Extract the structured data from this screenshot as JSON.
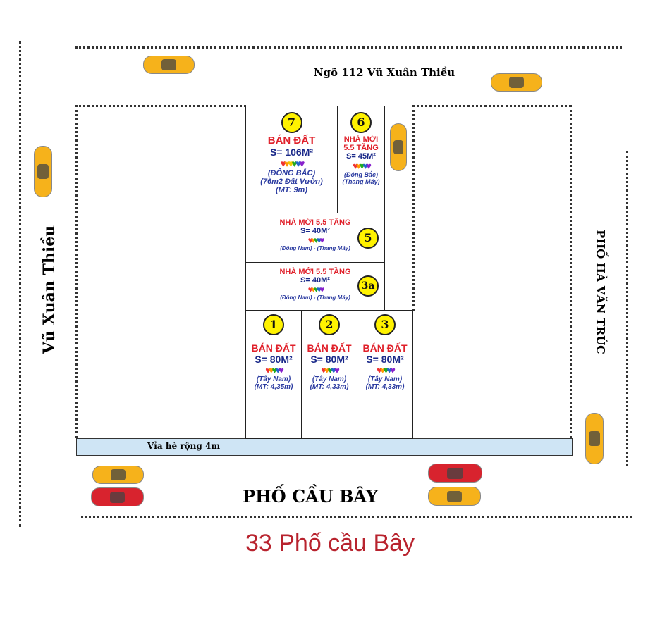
{
  "streets": {
    "top": "Ngõ 112 Vũ Xuân Thiều",
    "left": "Vũ Xuân Thiều",
    "right": "PHỐ HÀ VĂN TRÚC",
    "bottom": "PHỐ CẦU BÂY",
    "sidewalk": "Vỉa hè rộng 4m"
  },
  "address": "33 Phố cầu Bây",
  "lots": {
    "l7": {
      "num": "7",
      "title": "BÁN ĐẤT",
      "area": "S= 106M²",
      "dir": "(ĐÔNG BẮC)",
      "note": "(76m2 Đất Vườn)",
      "front": "(MT: 9m)"
    },
    "l6": {
      "num": "6",
      "title1": "NHÀ MỚI",
      "title2": "5.5 TẦNG",
      "area": "S= 45M²",
      "dir": "(Đông Bắc)",
      "note": "(Thang Máy)"
    },
    "l5": {
      "num": "5",
      "title": "NHÀ MỚI 5.5 TẦNG",
      "area": "S= 40M²",
      "dir": "(Đông Nam) - (Thang Máy)"
    },
    "l3a": {
      "num": "3a",
      "title": "NHÀ MỚI 5.5 TẦNG",
      "area": "S= 40M²",
      "dir": "(Đông Nam) - (Thang Máy)"
    },
    "l1": {
      "num": "1",
      "title": "BÁN ĐẤT",
      "area": "S= 80M²",
      "dir": "(Tây Nam)",
      "front": "(MT: 4,35m)"
    },
    "l2": {
      "num": "2",
      "title": "BÁN ĐẤT",
      "area": "S= 80M²",
      "dir": "(Tây Nam)",
      "front": "(MT: 4,33m)"
    },
    "l3": {
      "num": "3",
      "title": "BÁN ĐẤT",
      "area": "S= 80M²",
      "dir": "(Tây Nam)",
      "front": "(MT: 4,33m)"
    }
  }
}
